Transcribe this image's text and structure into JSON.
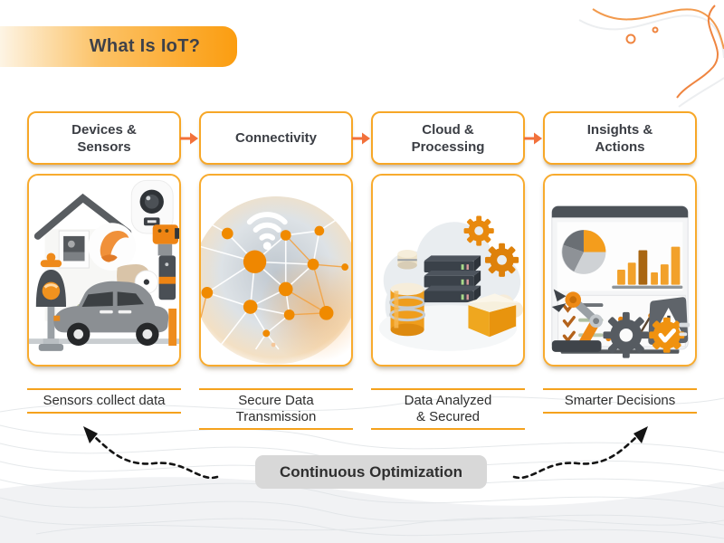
{
  "title": "What Is IoT?",
  "stages": [
    {
      "label": "Devices &\nSensors",
      "caption": "Sensors collect data",
      "illustration": "smart-home-devices"
    },
    {
      "label": "Connectivity",
      "caption": "Secure Data\nTransmission",
      "illustration": "network-mesh-wifi"
    },
    {
      "label": "Cloud &\nProcessing",
      "caption": "Data Analyzed\n& Secured",
      "illustration": "cloud-servers-gears"
    },
    {
      "label": "Insights &\nActions",
      "caption": "Smarter Decisions",
      "illustration": "analytics-dashboard-robot"
    }
  ],
  "cycle_label": "Continuous Optimization",
  "icons": {
    "flow_arrow": "right-arrow",
    "wifi": "wifi-arcs",
    "gear": "cog-wheel",
    "warning": "alert-triangle",
    "check": "checkmark",
    "cycle_arrows": "dashed-curved-arrows"
  },
  "colors": {
    "banner_orange": "#FB9D10",
    "box_border": "#F7A727",
    "flow_arrow": "#F2713B",
    "caption_rule": "#F5A21D",
    "node_orange": "#F08A00",
    "pill_bg": "#D8D8D8",
    "text_dark": "#3B3E44"
  }
}
